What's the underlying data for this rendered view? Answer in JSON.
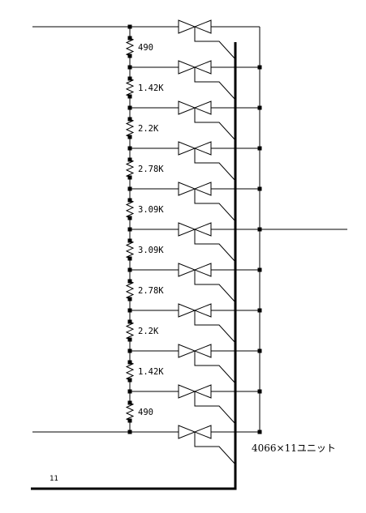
{
  "resistors": [
    {
      "label": "490"
    },
    {
      "label": "1.42K"
    },
    {
      "label": "2.2K"
    },
    {
      "label": "2.78K"
    },
    {
      "label": "3.09K"
    },
    {
      "label": "3.09K"
    },
    {
      "label": "2.78K"
    },
    {
      "label": "2.2K"
    },
    {
      "label": "1.42K"
    },
    {
      "label": "490"
    }
  ],
  "switch_count": 11,
  "unit_label": "4066×11ユニット",
  "control_label": "11"
}
